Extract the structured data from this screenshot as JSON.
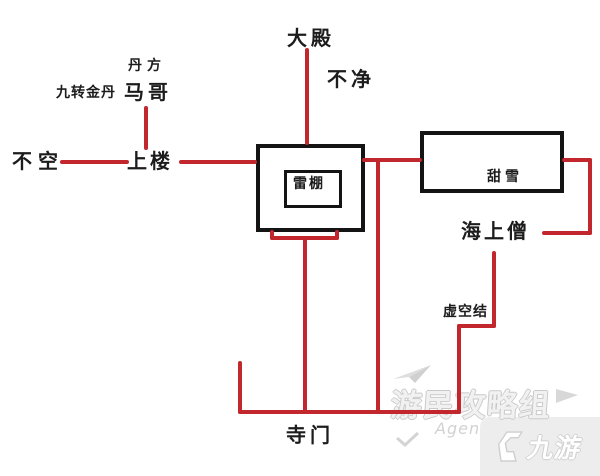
{
  "map": {
    "locations": {
      "da_dian": "大殿",
      "bu_jing": "不净",
      "dan_fang": "丹方",
      "jiu_zhuan_jin_dan": "九转金丹",
      "ma_ge": "马哥",
      "bu_kong": "不空",
      "shang_lou": "上楼",
      "lei_peng": "雷棚",
      "tian_xue": "甜雪",
      "hai_shang_seng": "海上僧",
      "xu_kong_jie": "虚空结",
      "si_men": "寺门"
    },
    "connections": [
      [
        "不空",
        "上楼"
      ],
      [
        "马哥",
        "上楼"
      ],
      [
        "上楼",
        "雷棚"
      ],
      [
        "大殿",
        "雷棚"
      ],
      [
        "雷棚",
        "甜雪"
      ],
      [
        "甜雪",
        "海上僧"
      ],
      [
        "海上僧",
        "寺门"
      ],
      [
        "雷棚",
        "寺门"
      ]
    ]
  },
  "watermark": {
    "brand": "游民攻略组",
    "agent": "Agent",
    "corner_logo": "九游"
  },
  "colors": {
    "path_red": "#c1272d",
    "room_outline": "#141414",
    "label_black": "#1c1c1c",
    "watermark_gray": "#d9d9d9",
    "banner_bg": "#ededed"
  }
}
